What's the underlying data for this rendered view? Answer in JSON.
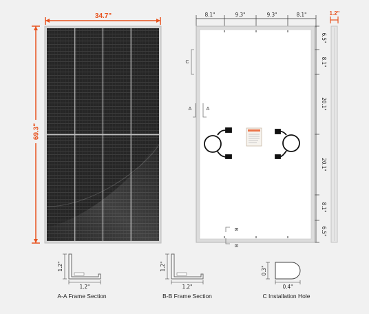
{
  "front": {
    "width_label": "34.7\"",
    "height_label": "69.3\""
  },
  "back": {
    "top_labels": [
      "8.1\"",
      "9.3\"",
      "9.3\"",
      "8.1\""
    ],
    "right_labels": [
      "6.5\"",
      "8.1\"",
      "20.1\"",
      "20.1\"",
      "8.1\"",
      "6.5\""
    ],
    "section_marks": {
      "a": "A",
      "b": "B",
      "c": "C"
    }
  },
  "side": {
    "thickness_label": "1.2\""
  },
  "sections": [
    {
      "caption": "A-A Frame Section",
      "h_label": "1.2\"",
      "v_label": "1.2\""
    },
    {
      "caption": "B-B Frame Section",
      "h_label": "1.2\"",
      "v_label": "1.2\""
    },
    {
      "caption": "C Installation Hole",
      "h_label": "0.4\"",
      "v_label": "0.3\""
    }
  ],
  "colors": {
    "accent": "#e8531e",
    "panel_cells": "#262626",
    "frame": "#c9c9c9",
    "background": "#f1f1f1"
  }
}
